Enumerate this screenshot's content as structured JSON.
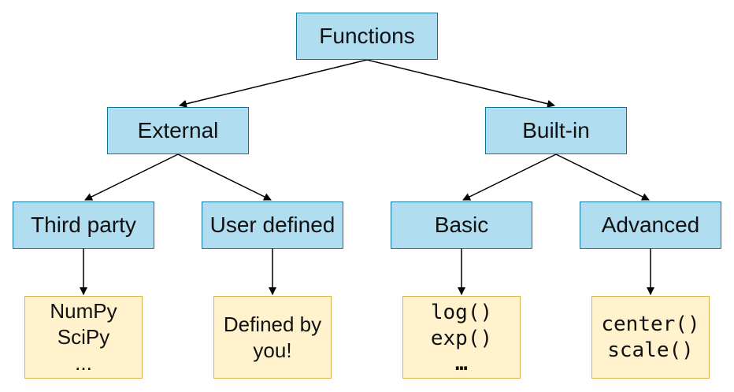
{
  "root": {
    "label": "Functions"
  },
  "level1": [
    {
      "label": "External"
    },
    {
      "label": "Built-in"
    }
  ],
  "level2": [
    {
      "label": "Third party"
    },
    {
      "label": "User defined"
    },
    {
      "label": "Basic"
    },
    {
      "label": "Advanced"
    }
  ],
  "leaves": {
    "third_party": [
      "NumPy",
      "SciPy",
      "..."
    ],
    "user_defined": [
      "Defined by",
      "you!"
    ],
    "basic": [
      "log()",
      "exp()",
      "…"
    ],
    "advanced": [
      "center()",
      "scale()"
    ]
  },
  "colors": {
    "category_fill": "#b1ddf0",
    "category_border": "#10739e",
    "leaf_fill": "#fff2cc",
    "leaf_border": "#d6b656",
    "arrow": "#000000"
  }
}
